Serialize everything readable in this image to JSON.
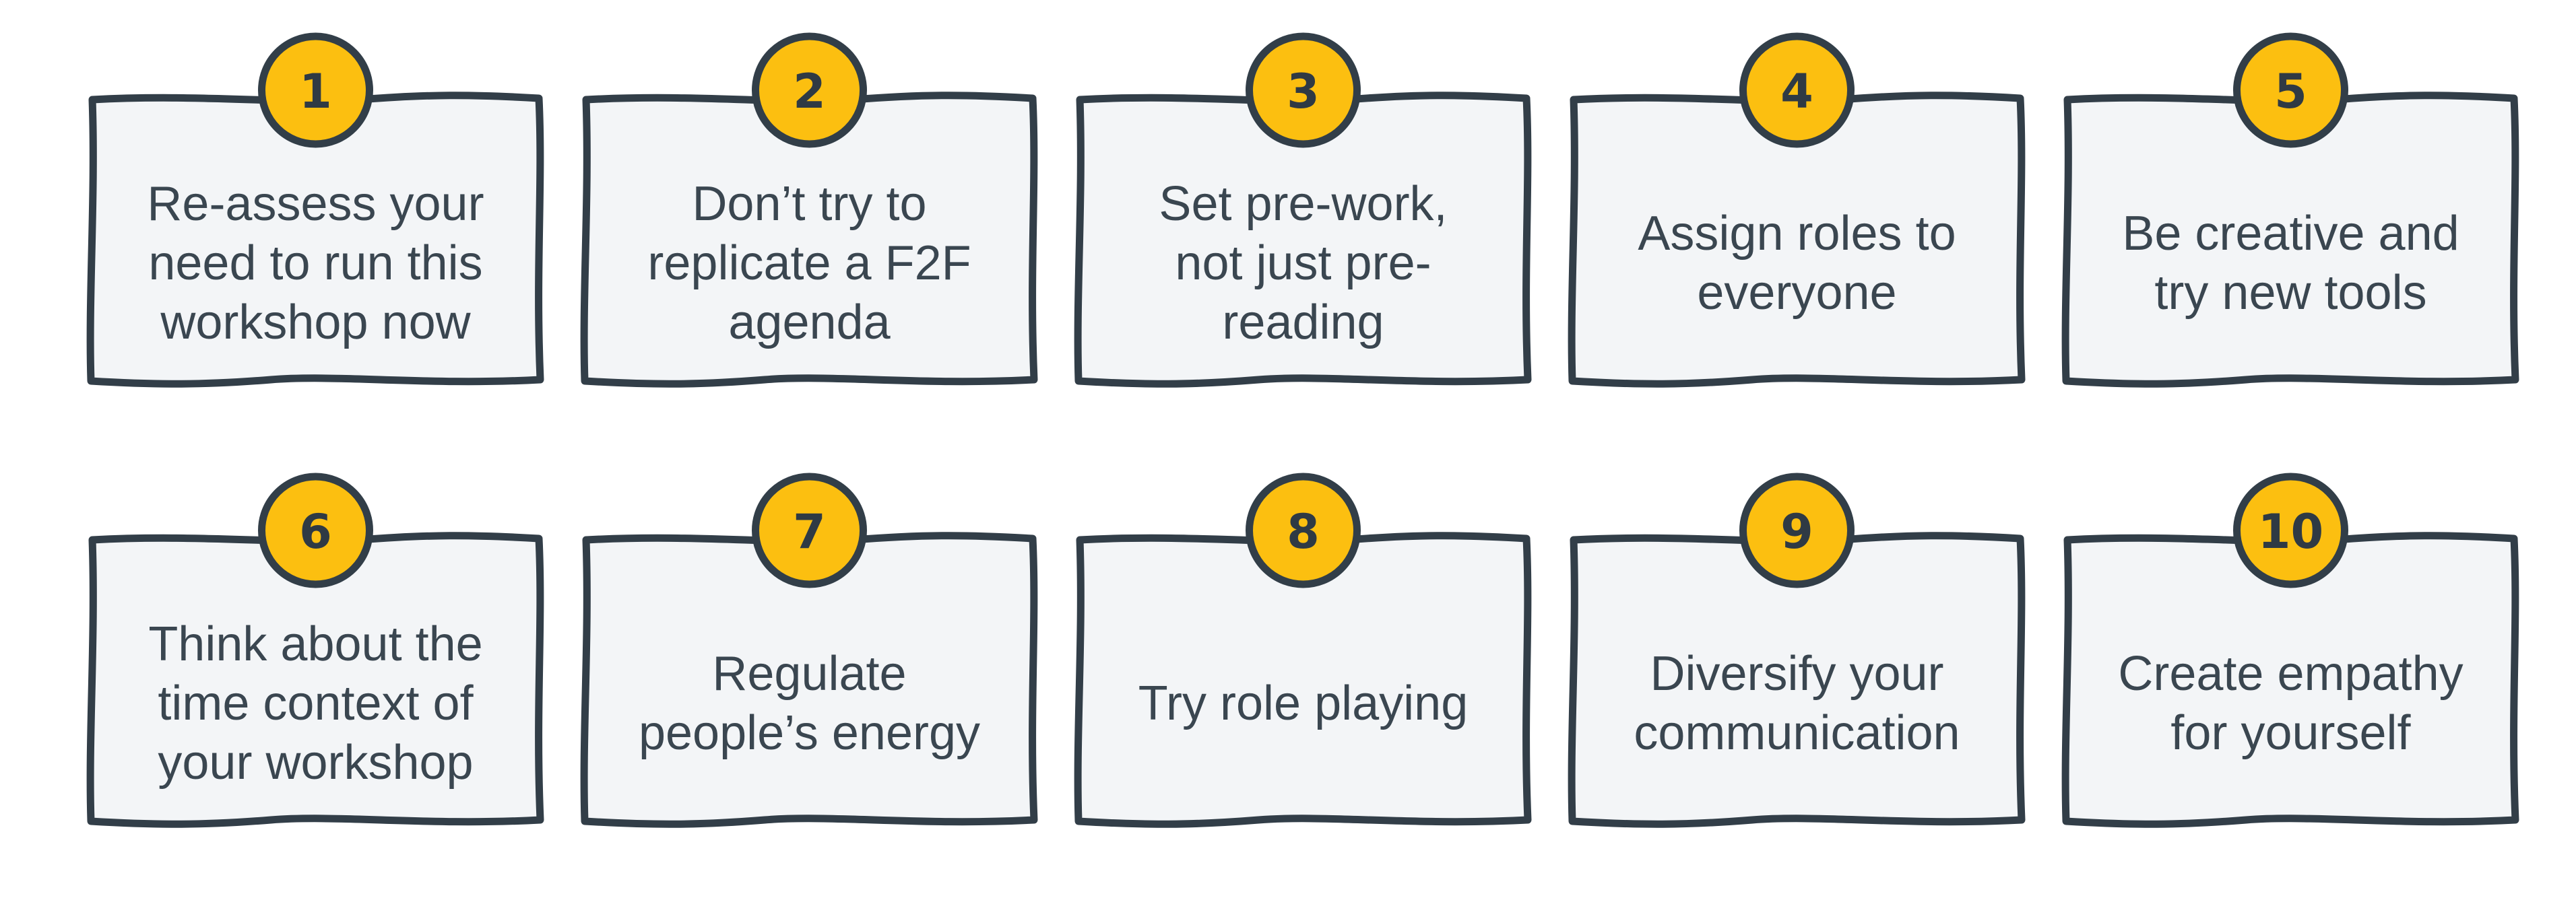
{
  "tips": [
    {
      "number": "1",
      "lines": [
        "Re-assess your",
        "need to run this",
        "workshop now"
      ]
    },
    {
      "number": "2",
      "lines": [
        "Don’t try to",
        "replicate a F2F",
        "agenda"
      ]
    },
    {
      "number": "3",
      "lines": [
        "Set pre-work,",
        "not just pre-",
        "reading"
      ]
    },
    {
      "number": "4",
      "lines": [
        "Assign roles to",
        "everyone"
      ]
    },
    {
      "number": "5",
      "lines": [
        "Be creative and",
        "try new tools"
      ]
    },
    {
      "number": "6",
      "lines": [
        "Think about the",
        "time context of",
        "your workshop"
      ]
    },
    {
      "number": "7",
      "lines": [
        "Regulate",
        "people’s energy"
      ]
    },
    {
      "number": "8",
      "lines": [
        "Try role playing"
      ]
    },
    {
      "number": "9",
      "lines": [
        "Diversify your",
        "communication"
      ]
    },
    {
      "number": "10",
      "lines": [
        "Create empathy",
        "for yourself"
      ]
    }
  ],
  "colors": {
    "card_fill": "#f3f5f7",
    "card_stroke": "#323e48",
    "badge_fill": "#fcbf10",
    "text": "#3a4650"
  }
}
